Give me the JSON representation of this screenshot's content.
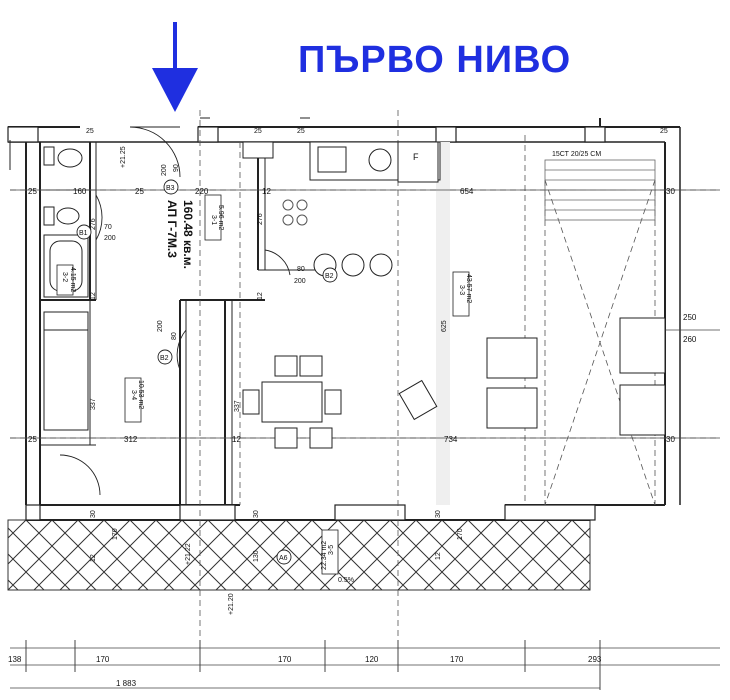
{
  "title": "ПЪРВО НИВО",
  "apartment": {
    "name": "АП Г-7М.3",
    "area": "160.48 кв.м."
  },
  "rooms": [
    {
      "code": "3-1",
      "area": "5.96 m2"
    },
    {
      "code": "3-2",
      "area": "4.15 m2"
    },
    {
      "code": "3-3",
      "area": "43.57 m2"
    },
    {
      "code": "3-4",
      "area": "10.53 m2"
    },
    {
      "code": "3-5",
      "area": "22.34 m2"
    }
  ],
  "door_tags": [
    "B3",
    "B1",
    "B2",
    "B2",
    "A6"
  ],
  "level_marks": [
    "+21.25",
    "+21.22",
    "+21.20"
  ],
  "stair_note": "15СТ 20/25 CM",
  "fridge_label": "F",
  "step_label": "0.5%",
  "dimensions": {
    "top_row": [
      "25",
      "160",
      "25",
      "220",
      "12",
      "654",
      "30"
    ],
    "interior": [
      "200",
      "90",
      "276",
      "70",
      "200",
      "276",
      "12",
      "80",
      "200",
      "80",
      "200",
      "625",
      "337",
      "337",
      "12"
    ],
    "middle_row": [
      "25",
      "312",
      "12",
      "734",
      "30"
    ],
    "right_side": [
      "250",
      "260"
    ],
    "bottom_marks": [
      "30",
      "170",
      "12",
      "30",
      "130",
      "12",
      "30",
      "170"
    ],
    "bottom_row": [
      "138",
      "170",
      "170",
      "120",
      "170",
      "293"
    ],
    "total": "1 883",
    "top_marks": [
      "25",
      "25",
      "25",
      "25"
    ]
  }
}
